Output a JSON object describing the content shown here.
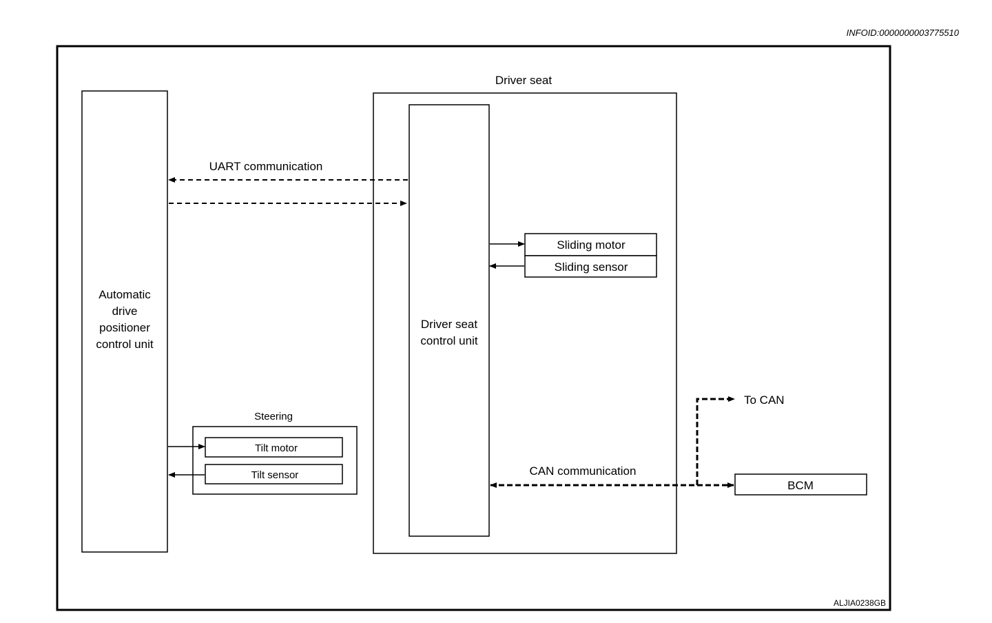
{
  "info_id": "INFOID:0000000003775510",
  "figure_code": "ALJIA0238GB",
  "blocks": {
    "adp_unit": [
      "Automatic",
      "drive",
      "positioner",
      "control unit"
    ],
    "driver_seat": "Driver seat",
    "driver_seat_unit": [
      "Driver seat",
      "control unit"
    ],
    "sliding_motor": "Sliding motor",
    "sliding_sensor": "Sliding sensor",
    "steering": "Steering",
    "tilt_motor": "Tilt motor",
    "tilt_sensor": "Tilt sensor",
    "bcm": "BCM"
  },
  "connections": {
    "uart": "UART communication",
    "can": "CAN communication",
    "to_can": "To CAN"
  }
}
